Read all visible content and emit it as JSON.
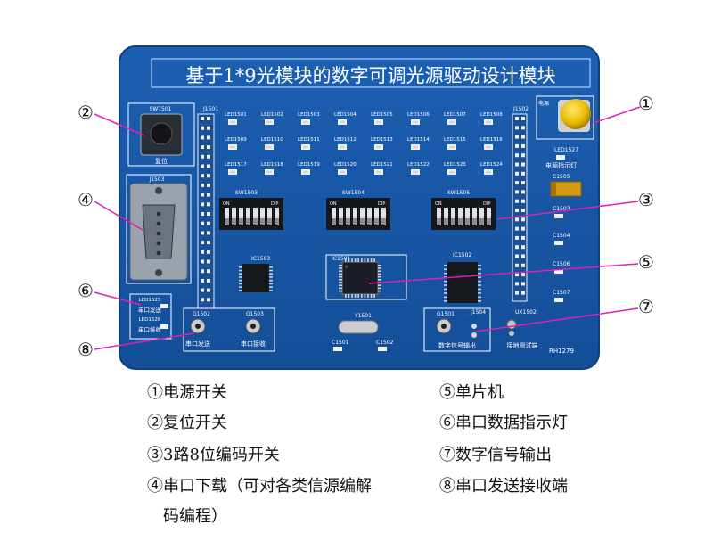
{
  "board": {
    "title": "基于1*9光模块的数字可调光源驱动设计模块",
    "model": "RH1279",
    "labels": {
      "reset": "复位",
      "power": "电源",
      "power_led": "电源指示灯",
      "serial_send": "串口发送",
      "serial_recv": "串口接收",
      "digital_out": "数字信号输出",
      "ground_test": "接地测试端",
      "rx": "串口发送",
      "tx": "串口接收",
      "dip": "DIP",
      "on": "ON"
    },
    "refs": {
      "sw1501": "SW1501",
      "j1501": "J1501",
      "j1502": "J1502",
      "j1503": "J1503",
      "sw1503": "SW1503",
      "sw1504": "SW1504",
      "sw1505": "SW1505",
      "ic1503": "IC1503",
      "ic1501": "IC1501",
      "ic1502": "IC1502",
      "y1501": "Y1501",
      "c1501": "C1501",
      "c1502": "C1502",
      "c1505": "C1505",
      "c1503": "C1503",
      "c1504": "C1504",
      "c1506": "C1506",
      "c1507": "C1507",
      "g1502": "G1502",
      "g1503": "G1503",
      "g1501": "G1501",
      "led1527": "LED1527",
      "led1525": "LED1525",
      "led1526": "LED1526",
      "j1504": "J1504",
      "ux1502": "UX1502"
    },
    "leds": [
      "LED1501",
      "LED1502",
      "LED1503",
      "LED1504",
      "LED1505",
      "LED1506",
      "LED1507",
      "LED1508",
      "LED1509",
      "LED1510",
      "LED1511",
      "LED1512",
      "LED1513",
      "LED1514",
      "LED1515",
      "LED1516",
      "LED1517",
      "LED1518",
      "LED1519",
      "LED1520",
      "LED1521",
      "LED1522",
      "LED1523",
      "LED1524"
    ]
  },
  "callouts": [
    "①",
    "②",
    "③",
    "④",
    "⑤",
    "⑥",
    "⑦",
    "⑧"
  ],
  "legend": {
    "item1": "①电源开关",
    "item2": "②复位开关",
    "item3": "③3路8位编码开关",
    "item4": "④串口下载（可对各类信源编解",
    "item4b": "码编程）",
    "item5": "⑤单片机",
    "item6": "⑥串口数据指示灯",
    "item7": "⑦数字信号输出",
    "item8": "⑧串口发送接收端"
  }
}
